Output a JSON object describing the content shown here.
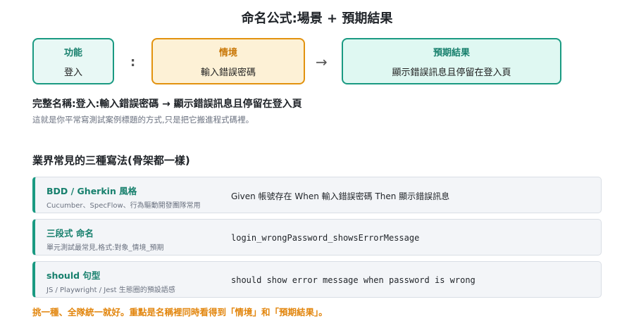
{
  "title": "命名公式:場景 + 預期結果",
  "formula": {
    "function": {
      "label": "功能",
      "value": "登入"
    },
    "colon": ":",
    "scenario": {
      "label": "情境",
      "value": "輸入錯誤密碼"
    },
    "arrow": "→",
    "result": {
      "label": "預期結果",
      "value": "顯示錯誤訊息且停留在登入頁"
    }
  },
  "full_name": "完整名稱:登入:輸入錯誤密碼 → 顯示錯誤訊息且停留在登入頁",
  "full_name_note": "這就是你平常寫測試案例標題的方式,只是把它搬進程式碼裡。",
  "section_title": "業界常見的三種寫法(骨架都一樣)",
  "styles": [
    {
      "name": "BDD / Gherkin 風格",
      "desc": "Cucumber、SpecFlow、行為驅動開發團隊常用",
      "example": "Given 帳號存在 When 輸入錯誤密碼 Then 顯示錯誤訊息"
    },
    {
      "name": "三段式 命名",
      "desc": "單元測試最常見,格式:對象_情境_預期",
      "example": "login_wrongPassword_showsErrorMessage"
    },
    {
      "name": "should 句型",
      "desc": "JS / Playwright / Jest 生態圈的預設語感",
      "example": "should show error message when password is wrong"
    }
  ],
  "footer": "挑一種、全隊統一就好。重點是名稱裡同時看得到「情境」和「預期結果」。",
  "colors": {
    "teal": "#1a9a82",
    "orange": "#e2920e",
    "footer_orange": "#e2860e"
  }
}
